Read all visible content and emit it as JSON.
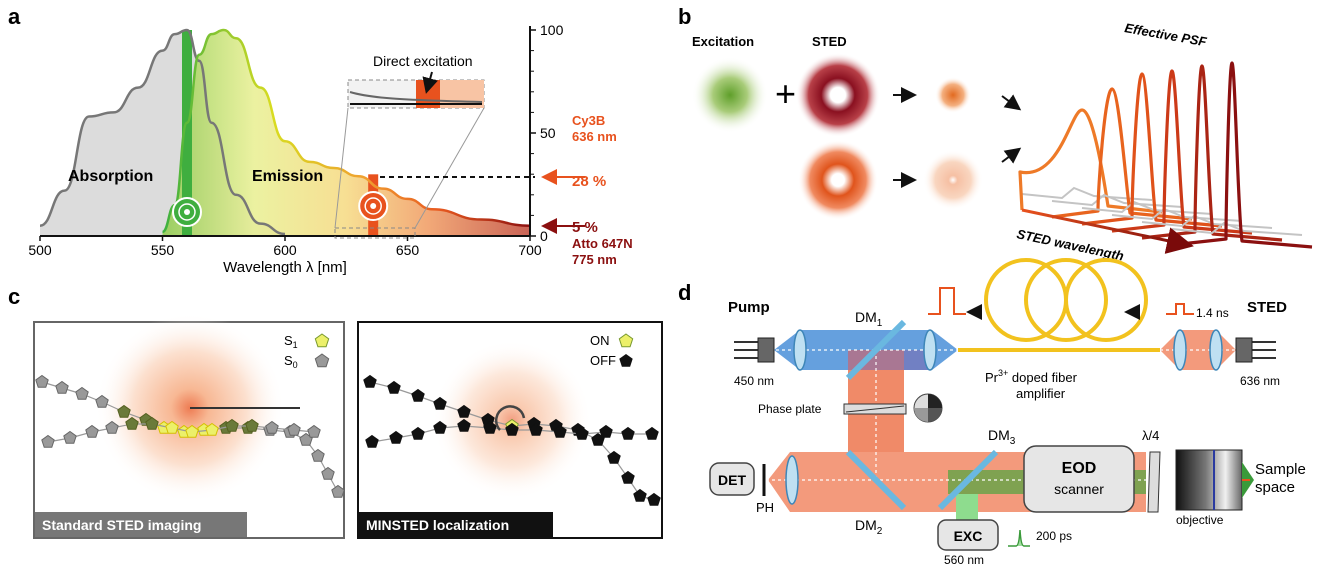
{
  "panels": {
    "a": "a",
    "b": "b",
    "c": "c",
    "d": "d"
  },
  "panel_a": {
    "x_ticks": [
      "500",
      "550",
      "600",
      "650",
      "700"
    ],
    "y_ticks": [
      "100",
      "50",
      "0"
    ],
    "xlabel": "Wavelength λ [nm]",
    "absorption_label": "Absorption",
    "emission_label": "Emission",
    "inset_label": "Direct excitation",
    "cy3b_name": "Cy3B",
    "cy3b_wl": "636 nm",
    "cy3b_pct": "28 %",
    "atto_pct": "5 %",
    "atto_name": "Atto 647N",
    "atto_wl": "775 nm",
    "colors": {
      "absorption_fill": "#dcdcdc",
      "absorption_line": "#777777",
      "excitation_bar": "#3fae3f",
      "sted_bar": "#e8521e",
      "cy3b": "#e8521e",
      "atto": "#8b1010"
    }
  },
  "chart_data": {
    "type": "area",
    "xlabel": "Wavelength λ [nm]",
    "ylabel": "",
    "xlim": [
      500,
      700
    ],
    "ylim": [
      0,
      100
    ],
    "series": [
      {
        "name": "Absorption",
        "x": [
          500,
          510,
          520,
          530,
          540,
          550,
          555,
          560,
          565,
          570,
          580,
          590,
          600
        ],
        "values": [
          5,
          22,
          58,
          60,
          72,
          90,
          98,
          100,
          85,
          55,
          20,
          6,
          1
        ]
      },
      {
        "name": "Emission",
        "x": [
          550,
          555,
          560,
          565,
          570,
          575,
          580,
          590,
          600,
          610,
          620,
          630,
          640,
          650,
          660,
          680,
          700
        ],
        "values": [
          2,
          15,
          55,
          88,
          98,
          100,
          96,
          72,
          46,
          36,
          33,
          29,
          23,
          18,
          13,
          8,
          5
        ]
      }
    ],
    "markers": [
      {
        "label": "Cy3B 636 nm",
        "x": 636,
        "value": 28
      },
      {
        "label": "Atto 647N 775 nm",
        "value": 5
      }
    ],
    "excitation_wavelength": 560,
    "sted_wavelength": 636
  },
  "panel_b": {
    "excitation": "Excitation",
    "sted": "STED",
    "plus": "+",
    "effective_psf": "Effective PSF",
    "sted_wavelength": "STED wavelength"
  },
  "panel_c": {
    "standard_label": "Standard STED imaging",
    "minsted_label": "MINSTED localization",
    "s1": "S",
    "s1_sub": "1",
    "s0": "S",
    "s0_sub": "0",
    "on": "ON",
    "off": "OFF"
  },
  "panel_d": {
    "pump": "Pump",
    "sted": "STED",
    "pump_wl": "450 nm",
    "sted_wl": "636 nm",
    "dm1": "DM",
    "dm1_sub": "1",
    "dm2": "DM",
    "dm2_sub": "2",
    "dm3": "DM",
    "dm3_sub": "3",
    "pulse_ns": "1.4 ns",
    "fiber_pr": "Pr",
    "fiber_sup": "3+",
    "fiber_rest": " doped fiber",
    "fiber_line2": "amplifier",
    "phase_plate": "Phase plate",
    "eod_line1": "EOD",
    "eod_line2": "scanner",
    "lambda4": "λ/4",
    "sample_line1": "Sample",
    "sample_line2": "space",
    "objective": "objective",
    "det": "DET",
    "ph": "PH",
    "exc": "EXC",
    "exc_wl": "560 nm",
    "exc_ps": "200 ps"
  }
}
